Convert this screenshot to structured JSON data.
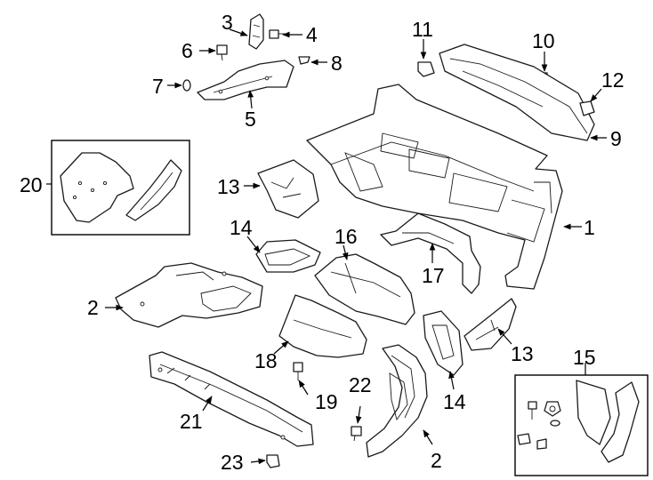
{
  "callouts": {
    "c1": "1",
    "c2a": "2",
    "c2b": "2",
    "c3": "3",
    "c4": "4",
    "c5": "5",
    "c6": "6",
    "c7": "7",
    "c8": "8",
    "c9": "9",
    "c10": "10",
    "c11": "11",
    "c12": "12",
    "c13a": "13",
    "c13b": "13",
    "c14a": "14",
    "c14b": "14",
    "c15": "15",
    "c16": "16",
    "c17": "17",
    "c18": "18",
    "c19": "19",
    "c20": "20",
    "c21": "21",
    "c22": "22",
    "c23": "23"
  }
}
